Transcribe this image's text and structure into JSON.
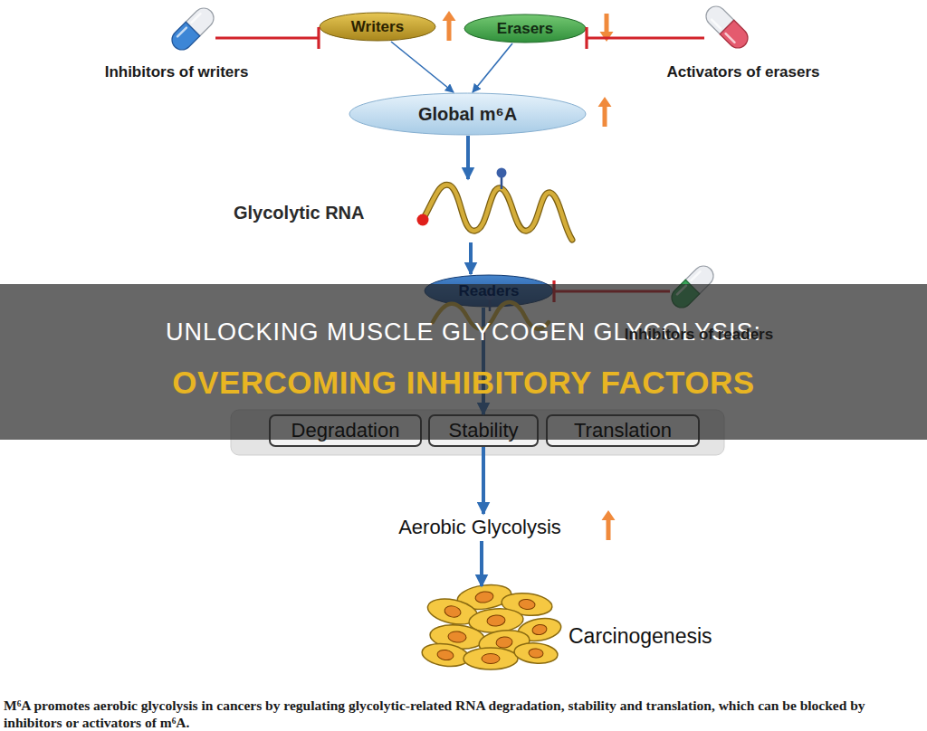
{
  "diagram": {
    "caption": "M⁶A promotes aerobic glycolysis in cancers by regulating glycolytic-related RNA degradation, stability and translation, which can be blocked by inhibitors or activators of m⁶A.",
    "nodes": [
      {
        "text": [
          "Inhibitors of writers"
        ]
      },
      {
        "text": [
          "Writers"
        ]
      },
      {
        "text": [
          "Erasers"
        ]
      },
      {
        "text": [
          "Activators of erasers"
        ]
      },
      {
        "text": [
          "Global m⁶A"
        ]
      },
      {
        "text": [
          "Glycolytic RNA"
        ]
      },
      {
        "text": [
          "Readers"
        ]
      },
      {
        "text": [
          "Inhibitors of readers"
        ]
      },
      {
        "text": [
          "Degradation"
        ]
      },
      {
        "text": [
          "Stability"
        ]
      },
      {
        "text": [
          "Translation"
        ]
      },
      {
        "text": [
          "Aerobic Glycolysis"
        ]
      },
      {
        "text": [
          "Carcinogenesis"
        ]
      }
    ],
    "edges": [
      {
        "from": 0,
        "to": 1,
        "arrow": "to"
      },
      {
        "from": 3,
        "to": 2,
        "arrow": "to"
      },
      {
        "from": 1,
        "to": 4,
        "arrow": "to"
      },
      {
        "from": 2,
        "to": 4,
        "arrow": "to"
      },
      {
        "from": 4,
        "to": 5,
        "arrow": "to"
      },
      {
        "from": 5,
        "to": 6,
        "arrow": "to"
      },
      {
        "from": 7,
        "to": 6,
        "arrow": "to"
      },
      {
        "from": 6,
        "to": 9,
        "arrow": "to"
      },
      {
        "from": 9,
        "to": 11,
        "arrow": "to"
      },
      {
        "from": 11,
        "to": 12,
        "arrow": "to"
      }
    ],
    "labels": [
      "UNLOCKING MUSCLE GLYCOGEN GLYCOLYSIS:",
      "OVERCOMING INHIBITORY FACTORS"
    ]
  }
}
